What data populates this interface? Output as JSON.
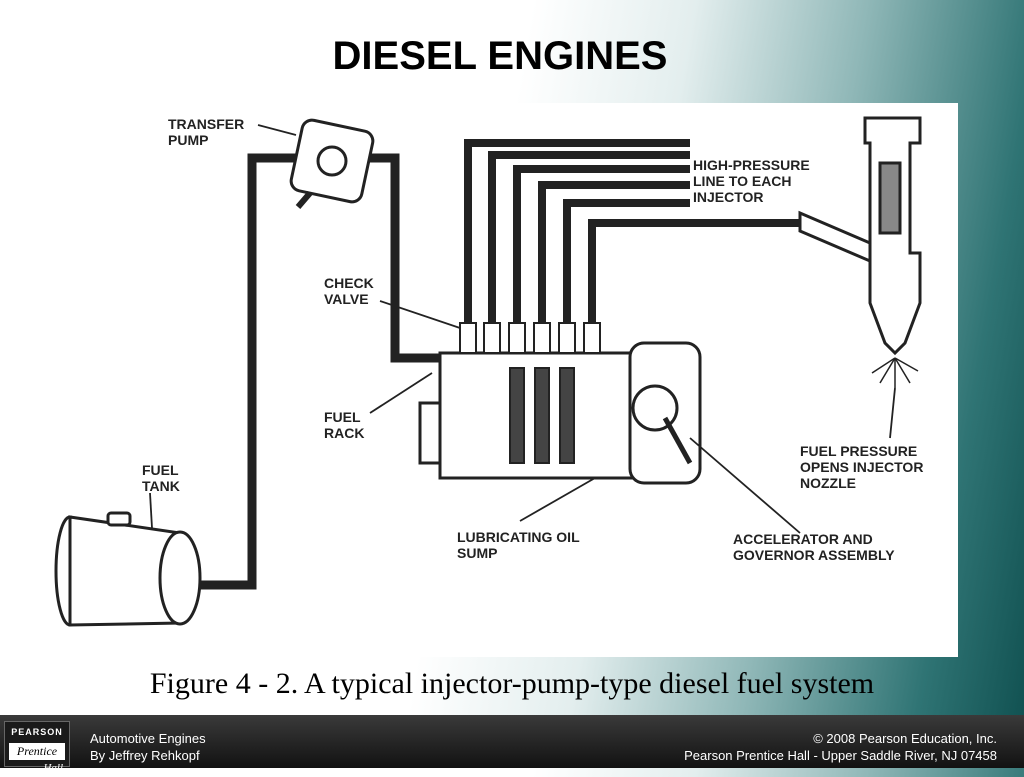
{
  "title": "DIESEL ENGINES",
  "diagram": {
    "labels": {
      "transfer_pump": "TRANSFER\nPUMP",
      "high_pressure_line": "HIGH-PRESSURE\nLINE TO EACH\nINJECTOR",
      "check_valve": "CHECK\nVALVE",
      "fuel_rack": "FUEL\nRACK",
      "fuel_tank": "FUEL\nTANK",
      "lubricating_oil_sump": "LUBRICATING OIL\nSUMP",
      "accelerator_governor": "ACCELERATOR AND\nGOVERNOR ASSEMBLY",
      "fuel_pressure": "FUEL PRESSURE\nOPENS INJECTOR\nNOZZLE"
    }
  },
  "caption": "Figure 4 - 2. A typical injector-pump-type diesel fuel system",
  "footer": {
    "logo": {
      "line1": "PEARSON",
      "line2": "Prentice",
      "line3": "Hall"
    },
    "left_line1": "Automotive Engines",
    "left_line2": "By Jeffrey Rehkopf",
    "right_line1": "© 2008 Pearson Education, Inc.",
    "right_line2": "Pearson Prentice Hall - Upper Saddle River, NJ 07458"
  }
}
